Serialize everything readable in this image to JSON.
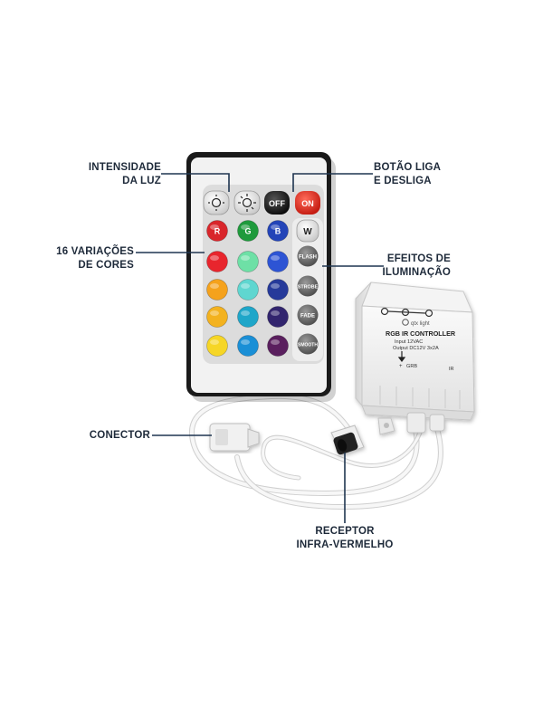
{
  "annotations": {
    "intensity": [
      "INTENSIDADE",
      "DA LUZ"
    ],
    "power": [
      "BOTÃO LIGA",
      "E DESLIGA"
    ],
    "colors": [
      "16 VARIAÇÕES",
      "DE CORES"
    ],
    "effects": [
      "EFEITOS DE",
      "ILUMINAÇÃO"
    ],
    "connector": "CONECTOR",
    "receiver": [
      "RECEPTOR",
      "INFRA-VERMELHO"
    ]
  },
  "remote": {
    "off_label": "OFF",
    "on_label": "ON",
    "r_label": "R",
    "g_label": "G",
    "b_label": "B",
    "w_label": "W",
    "flash_label": "FLASH",
    "strobe_label": "STROBE",
    "fade_label": "FADE",
    "smooth_label": "SMOOTH"
  },
  "controller": {
    "brand": "qtx light",
    "title": "RGB IR CONTROLLER",
    "input": "Input 12VAC",
    "output": "Output DC12V 3x2A",
    "plus": "+",
    "grb": "GRB",
    "ir": "IR"
  },
  "colors": {
    "label_text": "#1e2a3a",
    "pointer_line": "#1f3550",
    "remote_body": "#f2f2f2",
    "remote_frame": "#1a1a1a",
    "keypad": "#dcdcdc",
    "controller_body": "#ececec",
    "cable": "#f4f4f4"
  }
}
